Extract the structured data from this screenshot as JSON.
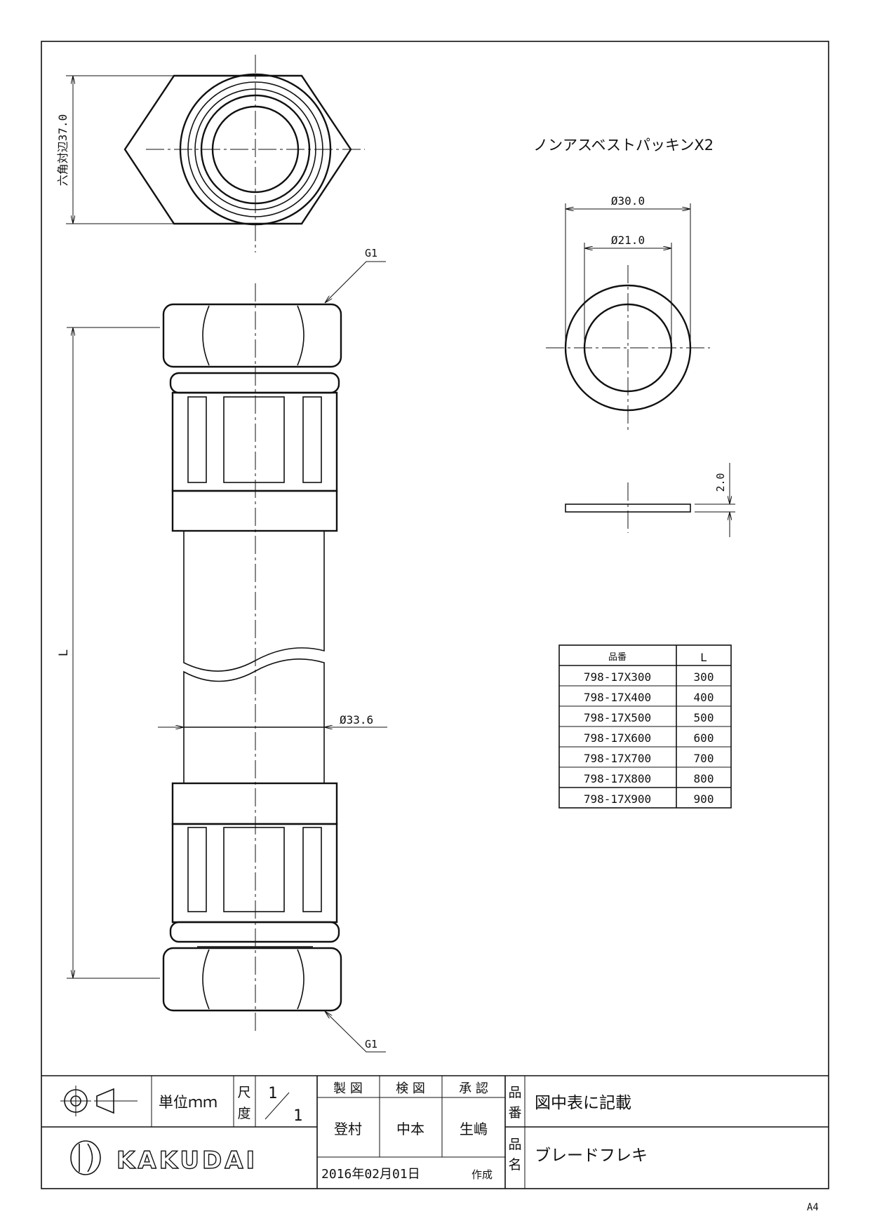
{
  "hex_view": {
    "dimension_label": "六角対辺37.0"
  },
  "gasket": {
    "title": "ノンアスベストパッキンX2",
    "outer_diameter": "Ø30.0",
    "inner_diameter": "Ø21.0",
    "thickness": "2.0"
  },
  "hose": {
    "thread_top": "G1",
    "thread_bottom": "G1",
    "length_label": "L",
    "diameter": "Ø33.6"
  },
  "parts_table": {
    "headers": [
      "品番",
      "L"
    ],
    "rows": [
      [
        "798-17X300",
        "300"
      ],
      [
        "798-17X400",
        "400"
      ],
      [
        "798-17X500",
        "500"
      ],
      [
        "798-17X600",
        "600"
      ],
      [
        "798-17X700",
        "700"
      ],
      [
        "798-17X800",
        "800"
      ],
      [
        "798-17X900",
        "900"
      ]
    ]
  },
  "title_block": {
    "unit": "単位ｍｍ",
    "scale_label_1": "尺",
    "scale_label_2": "度",
    "scale_num": "1",
    "scale_den": "1",
    "drawn_label": "製 図",
    "checked_label": "検 図",
    "approved_label": "承 認",
    "drawn_by": "登村",
    "checked_by": "中本",
    "approved_by": "生嶋",
    "date": "2016年02月01日",
    "created_label": "作成",
    "part_no_label_1": "品",
    "part_no_label_2": "番",
    "part_no": "図中表に記載",
    "name_label_1": "品",
    "name_label_2": "名",
    "name": "ブレードフレキ",
    "brand": "KAKUDAI"
  },
  "sheet_size": "A4"
}
